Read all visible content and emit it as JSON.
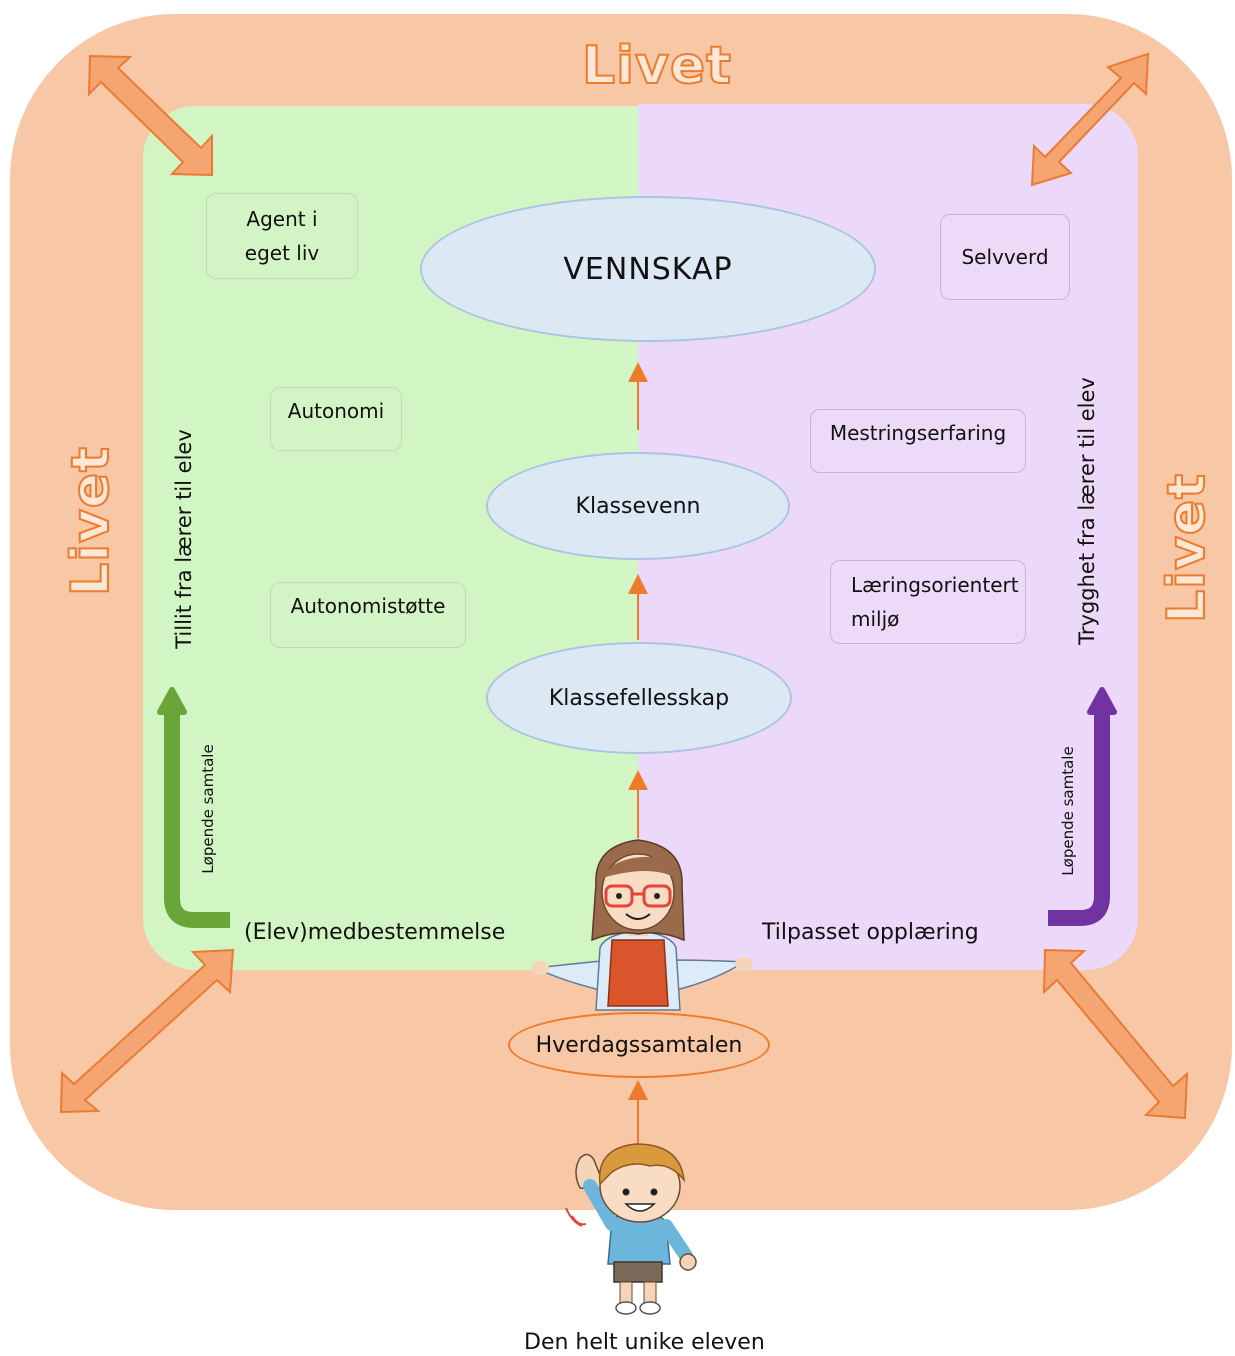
{
  "livet": {
    "top": "Livet",
    "left": "Livet",
    "right": "Livet"
  },
  "center": {
    "vennskap": "VENNSKAP",
    "klassevenn": "Klassevenn",
    "klassefellesskap": "Klassefellesskap",
    "hverdagssamtalen": "Hverdagssamtalen",
    "student_caption": "Den helt unike eleven"
  },
  "left_side": {
    "vertical_label": "Tillit fra lærer til elev",
    "arrow_label": "Løpende samtale",
    "bottom_label": "(Elev)medbestemmelse",
    "boxes": [
      "Agent i\neget liv",
      "Autonomi",
      "Autonomistøtte"
    ]
  },
  "right_side": {
    "vertical_label": "Trygghet fra lærer til elev",
    "arrow_label": "Løpende samtale",
    "bottom_label": "Tilpasset opplæring",
    "boxes": [
      "Selvverd",
      "Mestringserfaring",
      "Læringsorientert\nmiljø"
    ]
  },
  "colors": {
    "outer": "#f7c7a6",
    "left_panel": "#d1f6c4",
    "right_panel": "#ecd8f8",
    "livet_stroke": "#ee7b2c",
    "green_arrow": "#6aa53a",
    "purple_arrow": "#7033a0",
    "ellipse_fill": "#dde8f5"
  }
}
